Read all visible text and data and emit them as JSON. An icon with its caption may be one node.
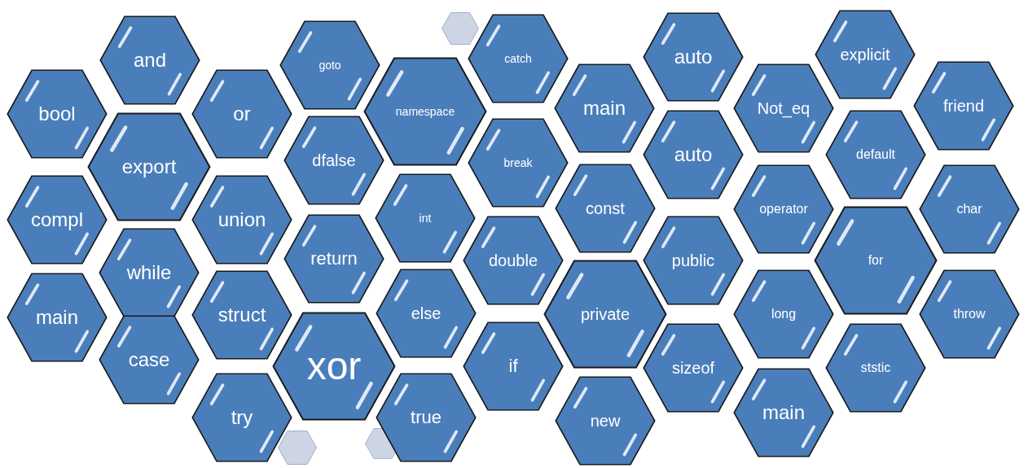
{
  "diagram": {
    "nodes": [
      {
        "text": [
          "and"
        ]
      },
      {
        "text": [
          "bool"
        ]
      },
      {
        "text": [
          "or"
        ]
      },
      {
        "text": [
          "export"
        ]
      },
      {
        "text": [
          "compl"
        ]
      },
      {
        "text": [
          "union"
        ]
      },
      {
        "text": [
          "while"
        ]
      },
      {
        "text": [
          "main"
        ]
      },
      {
        "text": [
          "struct"
        ]
      },
      {
        "text": [
          "case"
        ]
      },
      {
        "text": [
          "try"
        ]
      },
      {
        "text": [
          "goto"
        ]
      },
      {
        "text": [
          "namespace"
        ]
      },
      {
        "text": [
          "dfalse"
        ]
      },
      {
        "text": [
          "int"
        ]
      },
      {
        "text": [
          "return"
        ]
      },
      {
        "text": [
          "xor"
        ]
      },
      {
        "text": [
          "else"
        ]
      },
      {
        "text": [
          "true"
        ]
      },
      {
        "text": [
          "catch"
        ]
      },
      {
        "text": [
          "break"
        ]
      },
      {
        "text": [
          "double"
        ]
      },
      {
        "text": [
          "if"
        ]
      },
      {
        "text": [
          "main"
        ]
      },
      {
        "text": [
          "const"
        ]
      },
      {
        "text": [
          "private"
        ]
      },
      {
        "text": [
          "new"
        ]
      },
      {
        "text": [
          "auto"
        ]
      },
      {
        "text": [
          "auto"
        ]
      },
      {
        "text": [
          "public"
        ]
      },
      {
        "text": [
          "sizeof"
        ]
      },
      {
        "text": [
          "Not_eq"
        ]
      },
      {
        "text": [
          "operator"
        ]
      },
      {
        "text": [
          "long"
        ]
      },
      {
        "text": [
          "main"
        ]
      },
      {
        "text": [
          "explicit"
        ]
      },
      {
        "text": [
          "default"
        ]
      },
      {
        "text": [
          "for"
        ]
      },
      {
        "text": [
          "ststic"
        ]
      },
      {
        "text": [
          "friend"
        ]
      },
      {
        "text": [
          "char"
        ]
      },
      {
        "text": [
          "throw"
        ]
      }
    ]
  }
}
